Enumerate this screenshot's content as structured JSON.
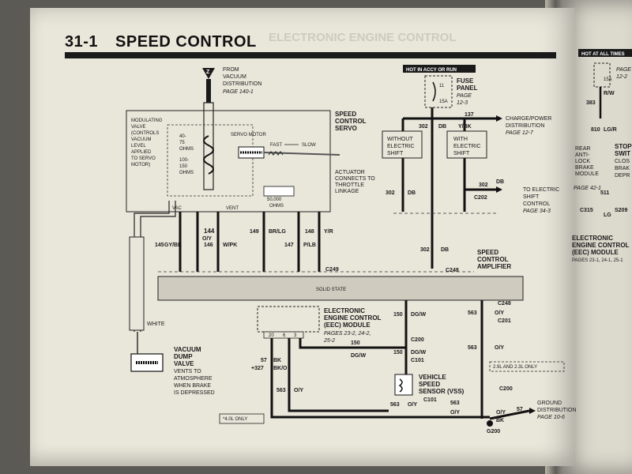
{
  "header": {
    "section": "31-1",
    "title": "SPEED CONTROL"
  },
  "vacuum": {
    "connector": "Z",
    "line1": "FROM",
    "line2": "VACUUM",
    "line3": "DISTRIBUTION",
    "page": "PAGE 140-1"
  },
  "servo": {
    "title1": "SPEED",
    "title2": "CONTROL",
    "title3": "SERVO",
    "motor": "SERVO MOTOR",
    "fast": "FAST",
    "slow": "SLOW",
    "r1a": "40-",
    "r1b": "75",
    "r1c": "OHMS",
    "r2a": "100-",
    "r2b": "150",
    "r2c": "OHMS",
    "pot1": "50,000",
    "pot2": "OHMS",
    "vac": "VAC",
    "vent": "VENT",
    "act1": "ACTUATOR",
    "act2": "CONNECTS TO",
    "act3": "THROTTLE",
    "act4": "LINKAGE"
  },
  "valve": {
    "l1": "MODULATING",
    "l2": "VALVE",
    "l3": "(CONTROLS",
    "l4": "VACUUM",
    "l5": "LEVEL",
    "l6": "APPLIED",
    "l7": "TO SERVO",
    "l8": "MOTOR)"
  },
  "wires": {
    "w144": "144",
    "w144c": "O/Y",
    "w145": "145",
    "w145c": "GY/BK",
    "w146": "146",
    "w146c": "W/PK",
    "w149": "149",
    "w149c": "BR/LG",
    "w147": "147",
    "w147c": "P/LB",
    "w148": "148",
    "w148c": "Y/R",
    "w302": "302",
    "db": "DB",
    "w137": "137",
    "w137c": "Y/BK",
    "w150": "150",
    "dgw": "DG/W",
    "w563": "563",
    "oy": "O/Y",
    "w57": "57",
    "bk": "BK",
    "w327": "+327",
    "bko": "BK/O",
    "white": "WHITE"
  },
  "connectors": {
    "c249": "C249",
    "c248": "C248",
    "c201": "C201",
    "c200": "C200",
    "c101": "C101",
    "c202": "C202",
    "g200": "G200"
  },
  "hot": {
    "label": "HOT IN ACCY OR RUN",
    "fuse1": "FUSE",
    "fuse2": "PANEL",
    "fpage": "PAGE",
    "fpage2": "12-3",
    "amp": "15A",
    "num": "11"
  },
  "charge": {
    "l1": "CHARGE/POWER",
    "l2": "DISTRIBUTION",
    "page": "PAGE 12-7"
  },
  "shift": {
    "without1": "WITHOUT",
    "without2": "ELECTRIC",
    "without3": "SHIFT",
    "with1": "WITH",
    "with2": "ELECTRIC",
    "with3": "SHIFT",
    "to1": "TO ELECTRIC",
    "to2": "SHIFT",
    "to3": "CONTROL",
    "page": "PAGE 34-3"
  },
  "amplifier": {
    "l1": "SPEED",
    "l2": "CONTROL",
    "l3": "AMPLIFIER",
    "solid": "SOLID STATE"
  },
  "eec": {
    "l1": "ELECTRONIC",
    "l2": "ENGINE CONTROL",
    "l3": "(EEC) MODULE",
    "pages": "PAGES 23-2, 24-2,",
    "pages2": "25-2",
    "p20": "20",
    "p6": "6",
    "p3": "3"
  },
  "vss": {
    "l1": "VEHICLE",
    "l2": "SPEED",
    "l3": "SENSOR (VSS)"
  },
  "dump": {
    "l1": "VACUUM",
    "l2": "DUMP",
    "l3": "VALVE",
    "l4": "VENTS TO",
    "l5": "ATMOSPHERE",
    "l6": "WHEN BRAKE",
    "l7": "IS DEPRESSED"
  },
  "notes": {
    "engine": "2.9L AND 2.3L ONLY",
    "only40": "*4.0L ONLY"
  },
  "ground": {
    "l1": "GROUND",
    "l2": "DISTRIBUTION",
    "page": "PAGE 10-6"
  },
  "right": {
    "hot": "HOT AT ALL TIMES",
    "amp": "15A",
    "page": "PAGE",
    "page2": "12-2",
    "rw": "R/W",
    "w383": "383",
    "w810": "810",
    "lgr": "LG/R",
    "stop1": "STOP",
    "stop2": "SWIT",
    "stop3": "CLOS",
    "stop4": "BRAK",
    "stop5": "DEPR",
    "rear1": "REAR",
    "rear2": "ANTI-",
    "rear3": "LOCK",
    "rear4": "BRAKE",
    "rear5": "MODULE",
    "rpage": "PAGE 42-1",
    "w511": "511",
    "lg": "LG",
    "s209": "S209",
    "c315": "C315",
    "eec1": "ELECTRONIC",
    "eec2": "ENGINE CONTROL",
    "eec3": "(EEC) MODULE",
    "eecp": "PAGES 23-1, 24-1, 25-1"
  },
  "ghost": "ELECTRONIC ENGINE CONTROL"
}
